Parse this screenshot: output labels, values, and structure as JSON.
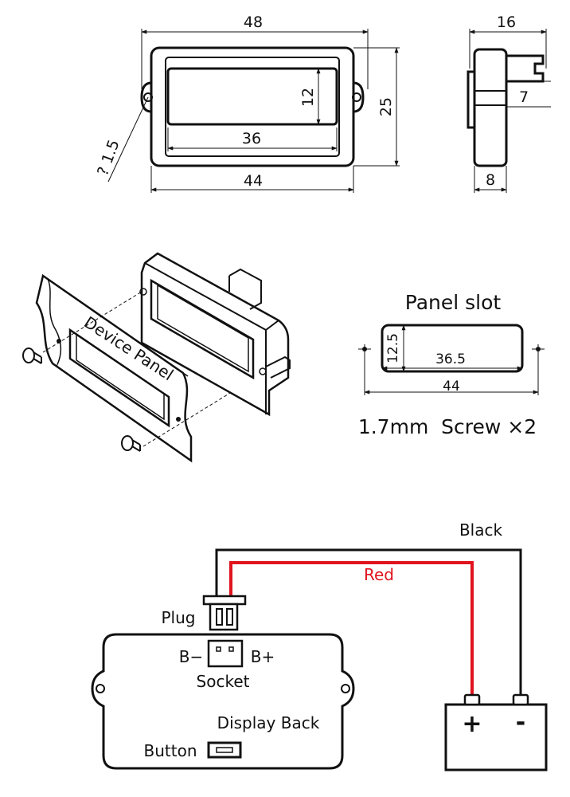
{
  "top_view": {
    "width_outer": "48",
    "slot_height": "12",
    "slot_width": "36",
    "height": "25",
    "hole_pitch": "44",
    "hole_diameter": "? 1.5"
  },
  "side_view": {
    "depth": "16",
    "plug_height": "7",
    "body_depth": "8"
  },
  "iso_view": {
    "panel_label": "Device Panel"
  },
  "panel_slot": {
    "title": "Panel slot",
    "slot_height": "12.5",
    "slot_width": "36.5",
    "hole_pitch": "44",
    "screw_note": "1.7mm  Screw ×2"
  },
  "wiring": {
    "wire_black": "Black",
    "wire_red": "Red",
    "plug": "Plug",
    "socket": "Socket",
    "b_minus": "B−",
    "b_plus": "B+",
    "display_back": "Display Back",
    "button": "Button",
    "battery_plus": "+",
    "battery_minus": "-"
  },
  "colors": {
    "line": "#111111",
    "red_wire": "#e0141e"
  }
}
